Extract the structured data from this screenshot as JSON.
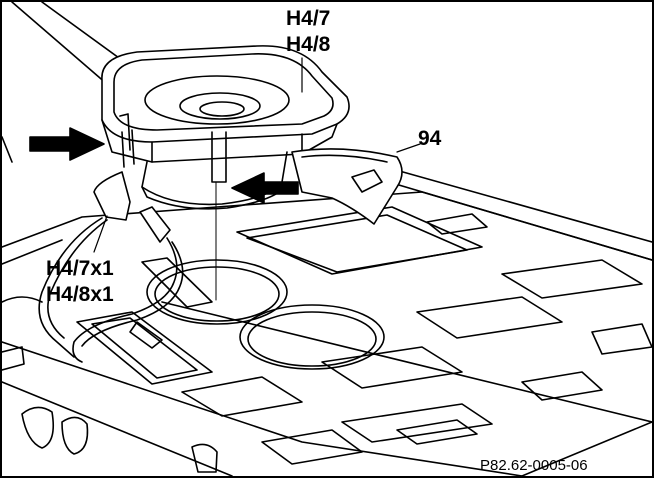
{
  "labels": {
    "speaker_line1": "H4/7",
    "speaker_line2": "H4/8",
    "cover_number": "94",
    "connector_line1": "H4/7x1",
    "connector_line2": "H4/8x1"
  },
  "figure_reference": "P82.62-0005-06",
  "colors": {
    "line": "#000000",
    "background": "#ffffff"
  }
}
